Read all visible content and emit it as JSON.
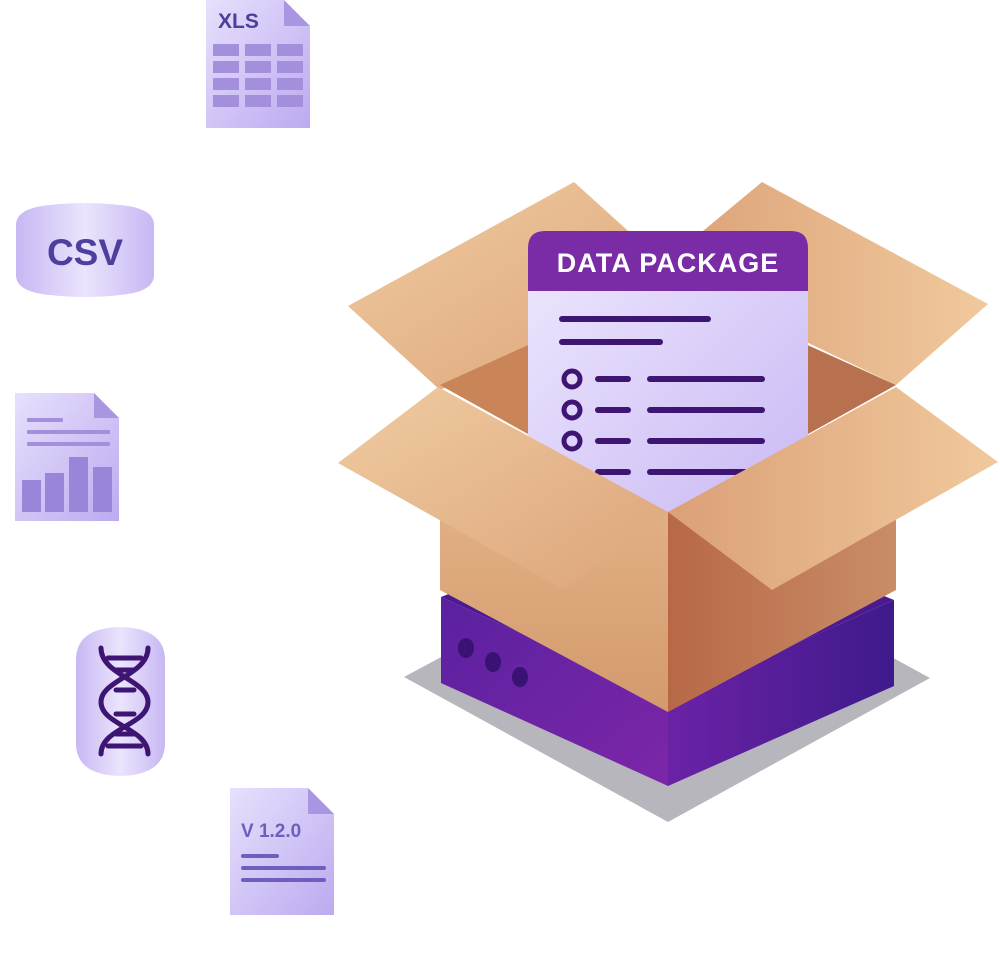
{
  "files": {
    "xls_label": "XLS",
    "csv_label": "CSV",
    "version_label": "V 1.2.0"
  },
  "package": {
    "title": "DATA PACKAGE"
  },
  "colors": {
    "lavender_light": "#e4dbfb",
    "lavender_mid": "#c4b3f1",
    "lavender_dark": "#9a86d8",
    "icon_text": "#4d3f9b",
    "header_purple": "#7a2ba6",
    "list_ink": "#3e1572",
    "box_light": "#ecc59a",
    "box_mid": "#d99c72",
    "box_dark": "#b56c4c",
    "base_purple": "#5a1f96",
    "shadow": "#b7b6bd"
  }
}
